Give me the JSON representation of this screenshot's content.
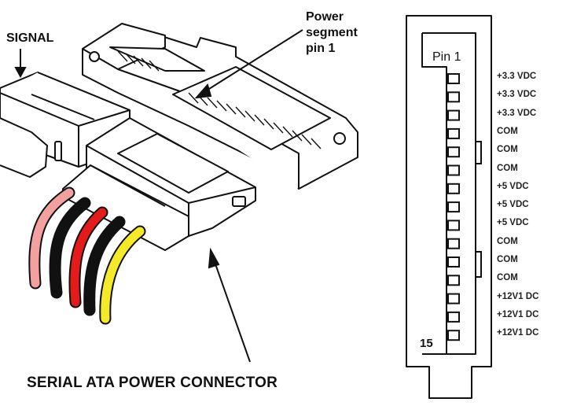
{
  "labels": {
    "signal": "SIGNAL",
    "power_segment": [
      "Power",
      "segment",
      "pin 1"
    ],
    "title": "SERIAL ATA POWER CONNECTOR",
    "pin1": "Pin 1",
    "pin15": "15"
  },
  "pins": [
    {
      "label": "+3.3 VDC"
    },
    {
      "label": "+3.3 VDC"
    },
    {
      "label": "+3.3 VDC"
    },
    {
      "label": "COM"
    },
    {
      "label": "COM"
    },
    {
      "label": "COM"
    },
    {
      "label": "+5 VDC"
    },
    {
      "label": "+5 VDC"
    },
    {
      "label": "+5 VDC"
    },
    {
      "label": "COM"
    },
    {
      "label": "COM"
    },
    {
      "label": "COM"
    },
    {
      "label": "+12V1 DC"
    },
    {
      "label": "+12V1 DC"
    },
    {
      "label": "+12V1 DC"
    }
  ],
  "wire_colors": [
    "#f2a0a0",
    "#111111",
    "#e31b1b",
    "#111111",
    "#f4ea2a"
  ]
}
